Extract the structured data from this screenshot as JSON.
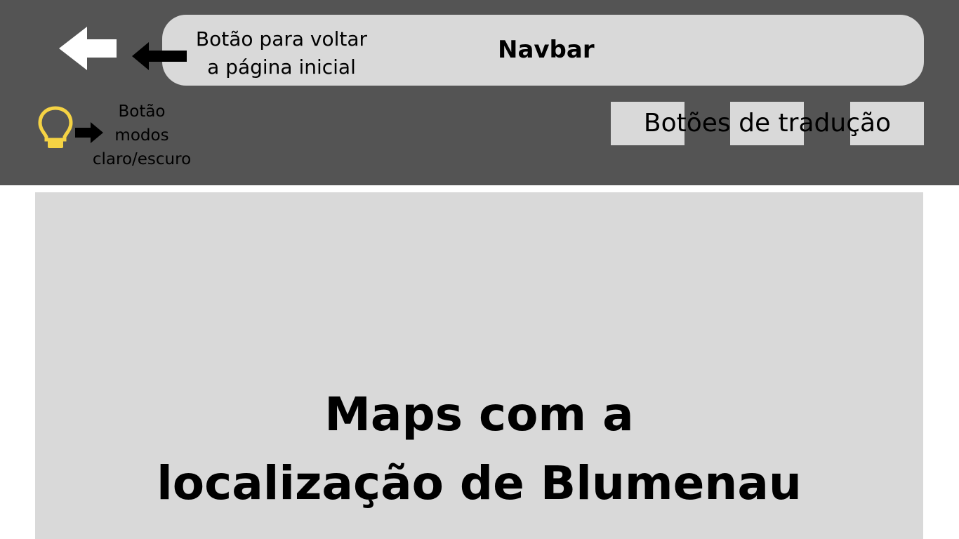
{
  "header": {
    "back_note": "Botão para voltar\na página inicial",
    "navbar_title": "Navbar",
    "theme_note": "Botão\nmodos\nclaro/escuro",
    "translation_label": "Botões de tradução",
    "icons": {
      "back": "back-arrow-icon",
      "theme": "lightbulb-icon"
    },
    "colors": {
      "header_bg": "#545454",
      "panel_bg": "#d9d9d9",
      "bulb": "#f5d344"
    }
  },
  "map": {
    "caption": "Maps com a\nlocalização de Blumenau"
  }
}
